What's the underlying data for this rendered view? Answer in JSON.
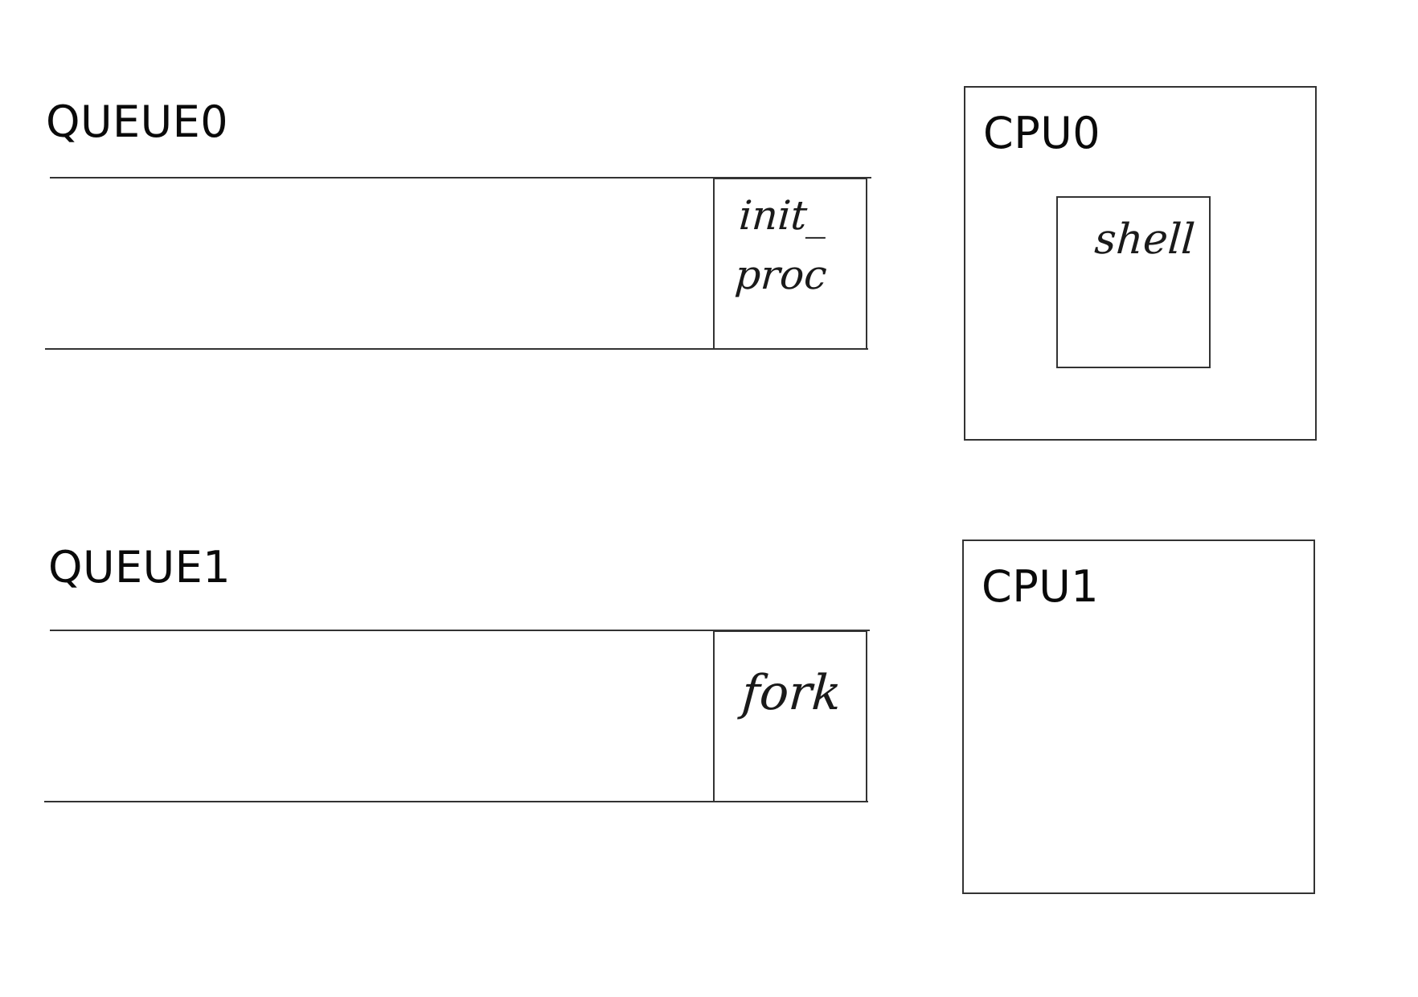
{
  "queues": [
    {
      "label": "QUEUE0",
      "items": [
        "init_",
        "proc"
      ]
    },
    {
      "label": "QUEUE1",
      "items": [
        "fork"
      ]
    }
  ],
  "cpus": [
    {
      "label": "CPU0",
      "running": "shell"
    },
    {
      "label": "CPU1",
      "running": ""
    }
  ]
}
